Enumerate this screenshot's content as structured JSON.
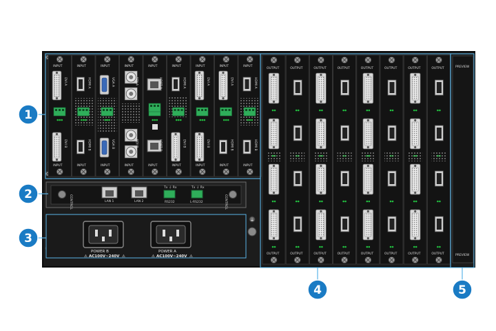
{
  "title": "",
  "callouts": [
    "1",
    "2",
    "3",
    "4",
    "5"
  ],
  "input_cards": [
    {
      "top": "INPUT",
      "port1": "DVI A",
      "port2": "DVI B",
      "bottom": "INPUT"
    },
    {
      "top": "INPUT",
      "port1": "HDMI A",
      "port2": "HDMI B",
      "bottom": "INPUT"
    },
    {
      "top": "INPUT",
      "port1": "VGA A",
      "port2": "VGA B",
      "bottom": "INPUT"
    },
    {
      "top": "INPUT",
      "port1": "SDI A",
      "port2": "SDI B",
      "bottom": "INPUT"
    },
    {
      "top": "INPUT",
      "port1": "HDBT A",
      "port2": "HDBT B",
      "bottom": "INPUT"
    },
    {
      "top": "INPUT",
      "port1": "HDMI A",
      "port2": "DVI B",
      "bottom": "INPUT"
    },
    {
      "top": "INPUT",
      "port1": "DVI A",
      "port2": "DVI B",
      "bottom": "INPUT"
    },
    {
      "top": "INPUT",
      "port1": "DVI A",
      "port2": "HDMI B",
      "bottom": "INPUT"
    },
    {
      "top": "INPUT",
      "port1": "HDMI A",
      "port2": "HDMI B",
      "bottom": "INPUT"
    }
  ],
  "output_cards": [
    {
      "top": "OUTPUT",
      "bottom": "OUTPUT"
    },
    {
      "top": "OUTPUT",
      "bottom": "OUTPUT"
    },
    {
      "top": "OUTPUT",
      "bottom": "OUTPUT"
    },
    {
      "top": "OUTPUT",
      "bottom": "OUTPUT"
    },
    {
      "top": "OUTPUT",
      "bottom": "OUTPUT"
    },
    {
      "top": "OUTPUT",
      "bottom": "OUTPUT"
    },
    {
      "top": "OUTPUT",
      "bottom": "OUTPUT"
    },
    {
      "top": "OUTPUT",
      "bottom": "OUTPUT"
    }
  ],
  "preview": {
    "top": "PREVIEW",
    "bottom": "PREVIEW"
  },
  "control": {
    "left_label": "CONTROL",
    "right_label": "CONTROL",
    "lan1": "LAN 1",
    "lan2": "LAN 2",
    "rs232": "RS232",
    "lrs232": "L-RS232",
    "txrx1": "Tx ⏚ Rx",
    "txrx2": "Tx ⏚ Rx"
  },
  "power": {
    "b_label": "POWER B",
    "b_rating": "AC100V~240V",
    "a_label": "POWER A",
    "a_rating": "AC100V~240V"
  },
  "colors": {
    "callout": "#1a7bc4",
    "chassis": "#1e1e1e",
    "frame": "#5ab4e8",
    "led": "#22c040",
    "terminal": "#2fae5a"
  }
}
